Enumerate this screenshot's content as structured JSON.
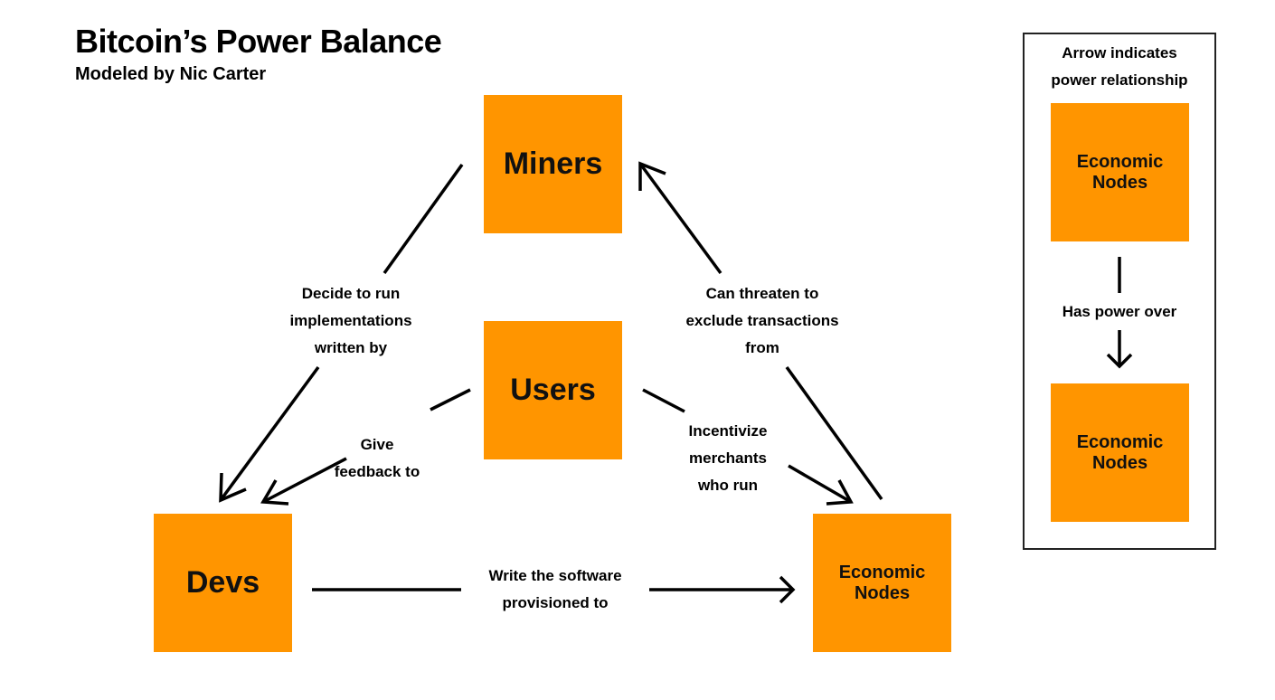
{
  "header": {
    "title": "Bitcoin’s Power Balance",
    "subtitle": "Modeled by Nic Carter"
  },
  "nodes": {
    "miners": "Miners",
    "users": "Users",
    "devs": "Devs",
    "economic_nodes": "Economic Nodes"
  },
  "edges": {
    "economic_to_miners": "Can threaten to\nexclude transactions\nfrom",
    "miners_to_devs": "Decide to run\nimplementations\nwritten by",
    "users_to_devs": "Give\nfeedback to",
    "users_to_economic": "Incentivize\nmerchants\nwho run",
    "devs_to_economic": "Write the software\nprovisioned to"
  },
  "legend": {
    "title": "Arrow indicates\npower relationship",
    "top_node": "Economic Nodes",
    "label": "Has power over",
    "bottom_node": "Economic Nodes"
  },
  "colors": {
    "node_fill": "#ff9500",
    "line": "#000000"
  }
}
